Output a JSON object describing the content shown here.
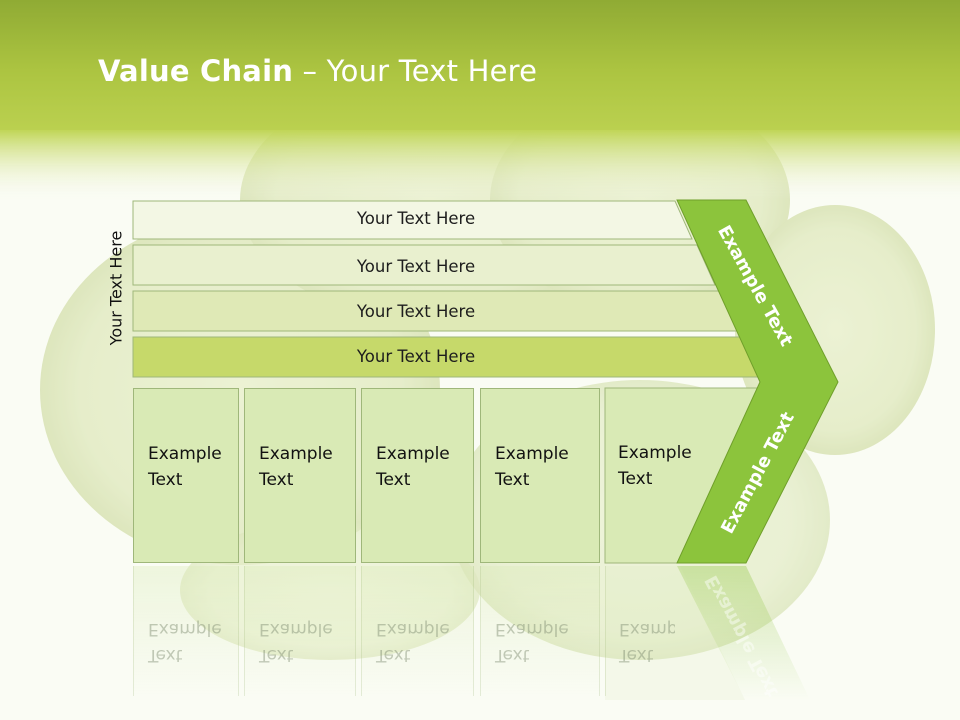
{
  "title": {
    "bold": "Value Chain",
    "rest": " – Your Text Here"
  },
  "side_label": "Your Text Here",
  "rows": [
    "Your Text Here",
    "Your Text Here",
    "Your Text Here",
    "Your Text Here"
  ],
  "boxes": [
    {
      "line1": "Example",
      "line2": "Text"
    },
    {
      "line1": "Example",
      "line2": "Text"
    },
    {
      "line1": "Example",
      "line2": "Text"
    },
    {
      "line1": "Example",
      "line2": "Text"
    },
    {
      "line1": "Example",
      "line2": "Text"
    }
  ],
  "chevron": {
    "upper": "Example Text",
    "lower": "Example Text"
  },
  "colors": {
    "header_top": "#7e9b2c",
    "header_mid": "#bcd14a",
    "accent": "#8cc43c",
    "row1": "#f3f7e4",
    "row2": "#e9f0cf",
    "row3": "#dfe9b6",
    "row4": "#c6d96a",
    "box": "#d9eab5"
  }
}
